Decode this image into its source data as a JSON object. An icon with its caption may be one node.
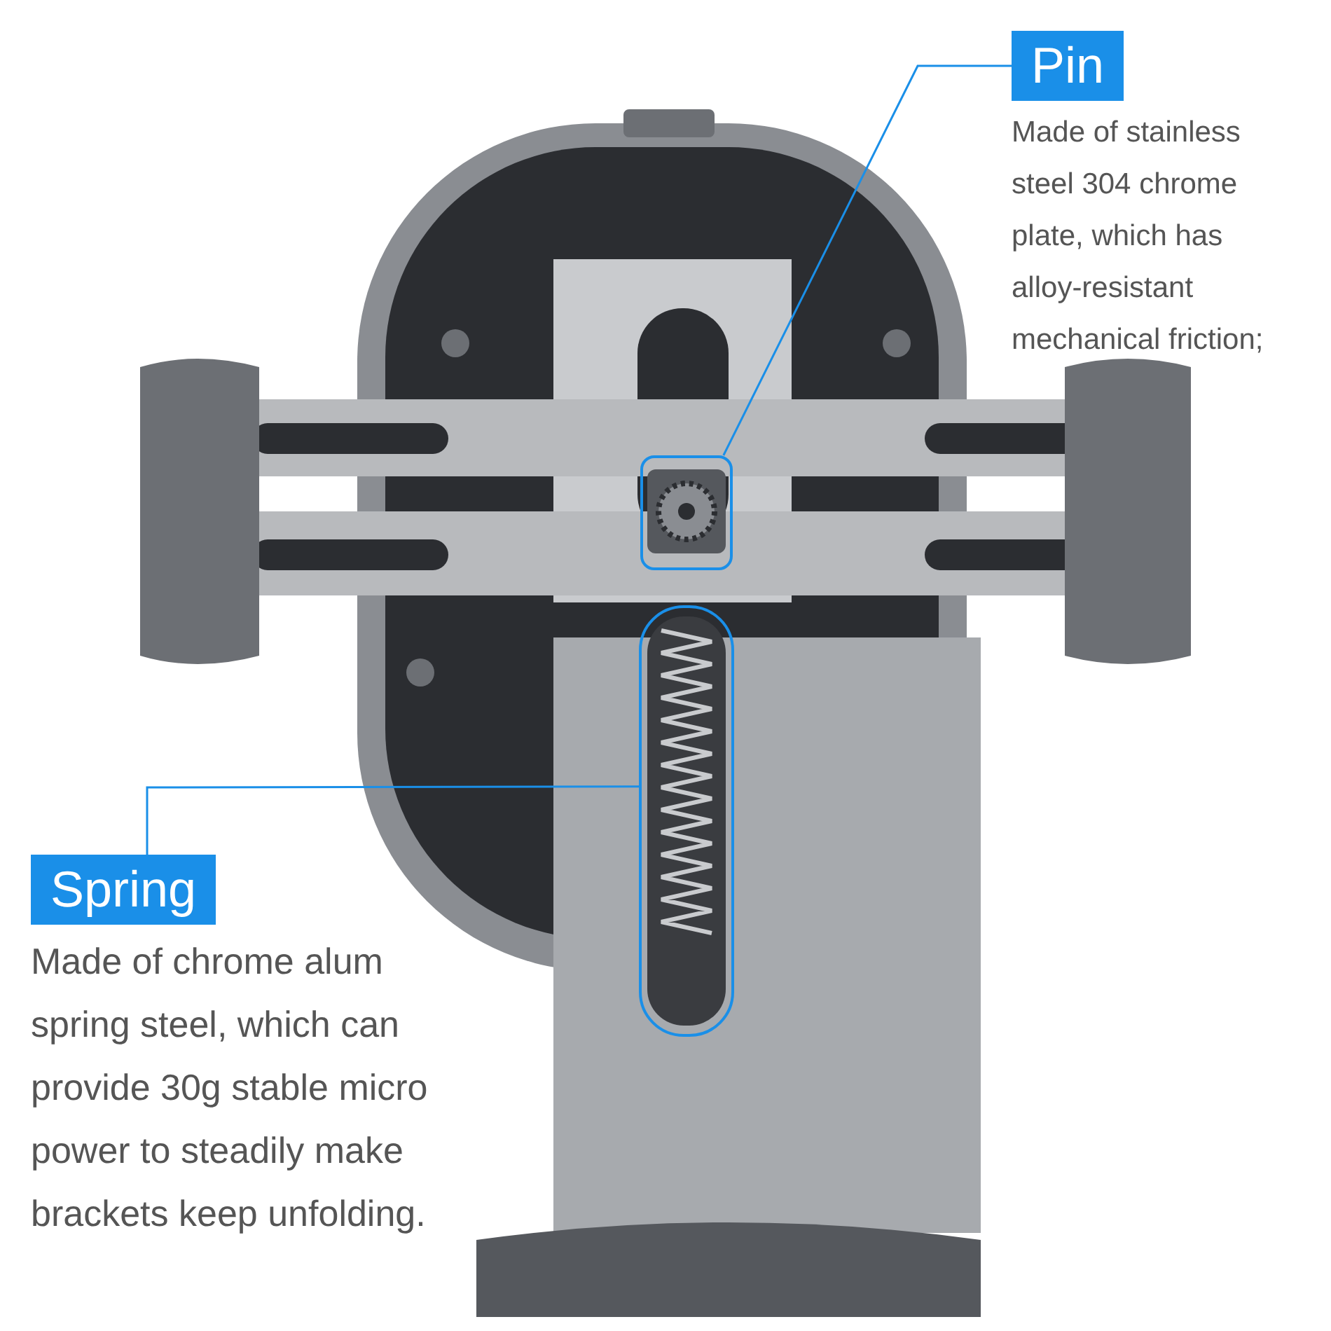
{
  "diagram": {
    "nodes": [
      {
        "text": [
          "Pin",
          "Made of stainless steel 304 chrome plate, which has alloy-resistant mechanical friction;"
        ]
      },
      {
        "text": [],
        "shape": "box"
      },
      {
        "text": [
          "Spring",
          "Made of chrome alum spring steel, which can provide 30g stable micro power to steadily make brackets keep unfolding."
        ]
      },
      {
        "text": [],
        "shape": "box"
      }
    ],
    "edges": [
      {
        "from": 0,
        "to": 1,
        "arrow": "none"
      },
      {
        "from": 2,
        "to": 3,
        "arrow": "none"
      }
    ]
  }
}
